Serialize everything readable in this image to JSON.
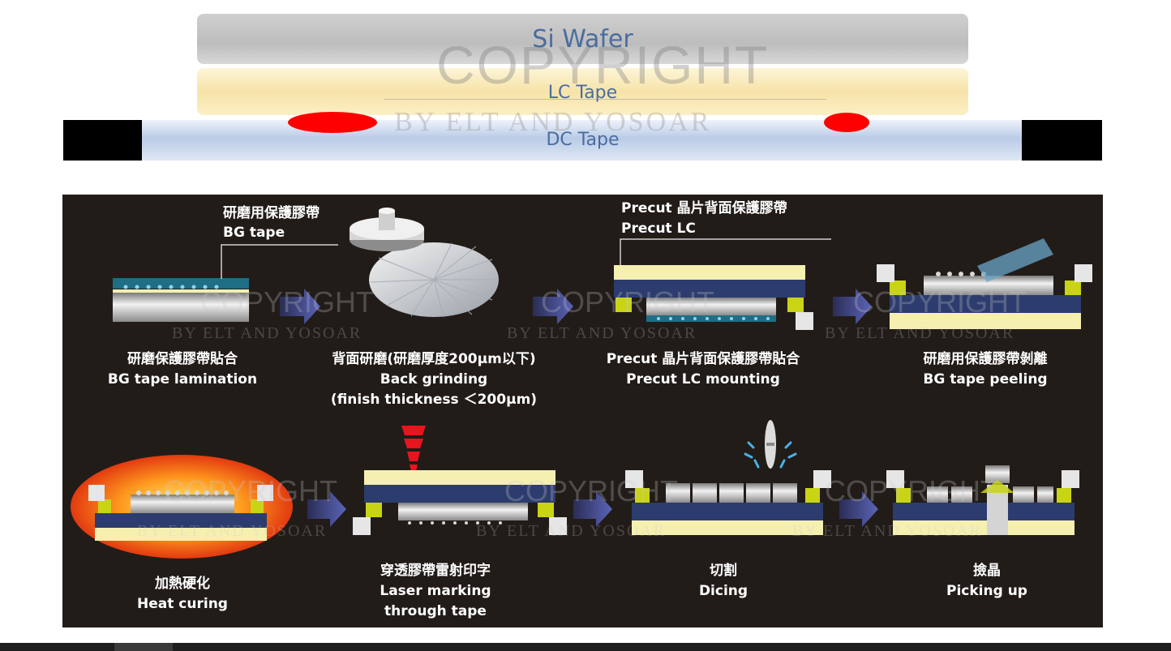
{
  "layers": {
    "si_wafer": "Si Wafer",
    "lc_tape": "LC Tape",
    "dc_tape": "DC Tape"
  },
  "watermark": {
    "line1": "COPYRIGHT",
    "line2": "BY ELT AND YOSOAR"
  },
  "callouts": {
    "bg_tape_zh": "研磨用保護膠帶",
    "bg_tape_en": "BG tape",
    "precut_zh": "Precut 晶片背面保護膠帶",
    "precut_en": "Precut LC"
  },
  "steps": [
    {
      "zh": "研磨保護膠帶貼合",
      "en": "BG tape lamination",
      "en2": ""
    },
    {
      "zh": "背面研磨(研磨厚度200μm以下)",
      "en": "Back grinding",
      "en2": "(finish thickness ＜200μm)"
    },
    {
      "zh": "Precut 晶片背面保護膠帶貼合",
      "en": "Precut LC mounting",
      "en2": ""
    },
    {
      "zh": "研磨用保護膠帶剝離",
      "en": "BG tape peeling",
      "en2": ""
    },
    {
      "zh": "加熱硬化",
      "en": "Heat curing",
      "en2": ""
    },
    {
      "zh": "穿透膠帶雷射印字",
      "en": "Laser marking",
      "en2": "through tape"
    },
    {
      "zh": "切割",
      "en": "Dicing",
      "en2": ""
    },
    {
      "zh": "撿晶",
      "en": "Picking up",
      "en2": ""
    }
  ],
  "colors": {
    "panel_bg": "#221c19",
    "arrow": "#5b64b8",
    "tape_yellow": "#f6f0b0",
    "substrate_blue": "#2d3c6e",
    "pad_green": "#c8d414",
    "die_silver": "#d8d8d8",
    "laser_red": "#e8141e",
    "adhesive_red": "#ff0000"
  }
}
